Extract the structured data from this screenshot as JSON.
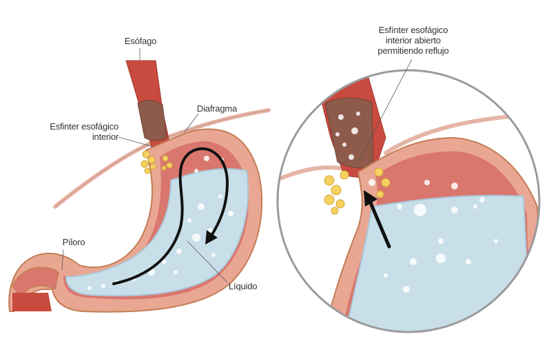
{
  "labels": {
    "esophagus": "Esófago",
    "diaphragm": "Diafragma",
    "lower_sphincter_line1": "Esfinter esofágico",
    "lower_sphincter_line2": "interior",
    "pylorus": "Píloro",
    "liquid": "Líquido",
    "open_sphincter_line1": "Esfínter esofágico",
    "open_sphincter_line2": "interior abierto",
    "open_sphincter_line3": "permitiendo reflujo"
  },
  "colors": {
    "stomach_wall": "#e9a793",
    "stomach_inner": "#d9766e",
    "stomach_outline": "#c27d54",
    "liquid": "#c8dfe9",
    "liquid_edge": "#a9c8d8",
    "fat": "#f5d260",
    "diaphragm": "#e6b4a6",
    "esophagus": "#c94a3e",
    "zoom_circle": "#9a9a9a",
    "arrow": "#111111"
  }
}
